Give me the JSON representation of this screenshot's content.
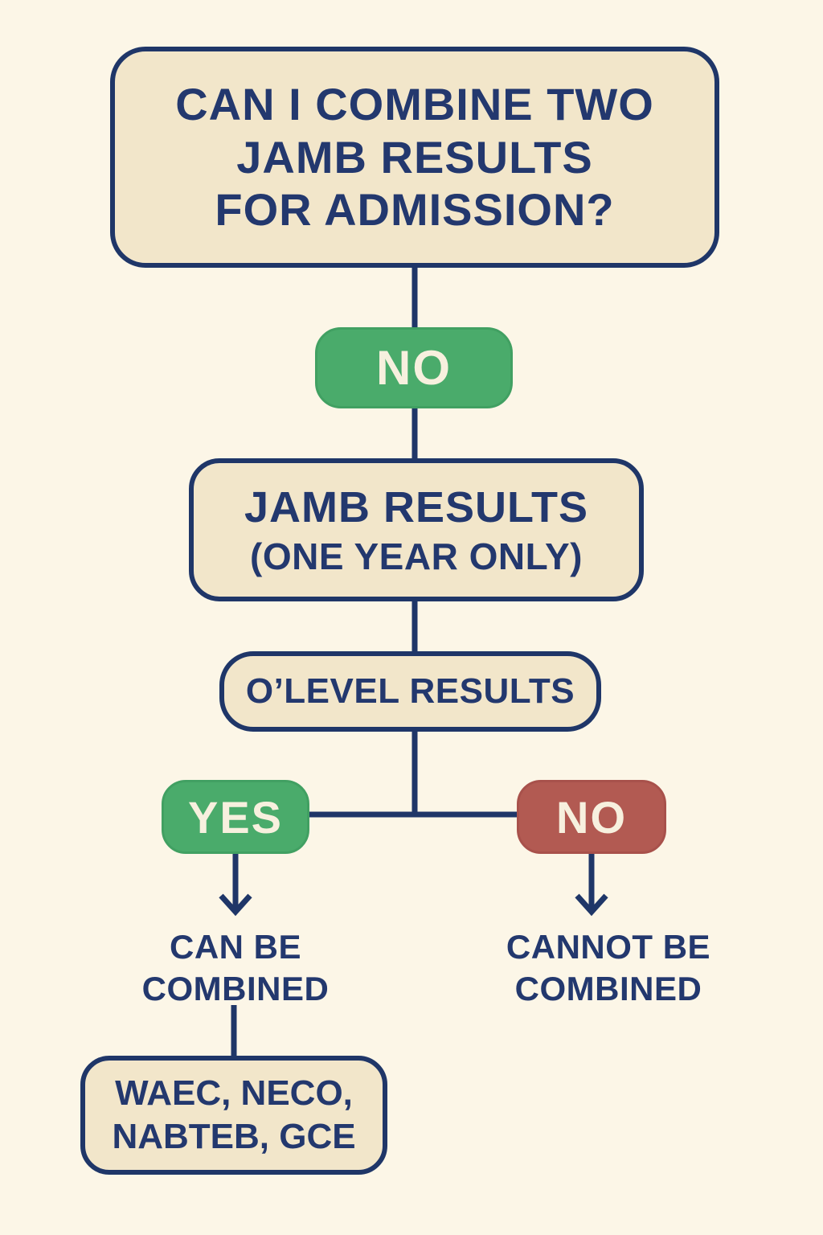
{
  "colors": {
    "background": "#fcf6e7",
    "box_fill": "#f2e6ca",
    "navy": "#23386e",
    "border_navy": "#1f3668",
    "green": "#4aab6b",
    "red": "#b25a52",
    "light_text": "#f7f0de"
  },
  "flowchart": {
    "title": {
      "lines": [
        "CAN I COMBINE TWO",
        "JAMB RESULTS",
        "FOR ADMISSION?"
      ]
    },
    "first_decision": {
      "label": "NO"
    },
    "jamb_box": {
      "line1": "JAMB RESULTS",
      "line2": "(ONE YEAR ONLY)"
    },
    "olevel_box": {
      "label": "O’LEVEL RESULTS"
    },
    "yes_branch": {
      "label": "YES",
      "result_lines": [
        "CAN BE",
        "COMBINED"
      ],
      "exams_lines": [
        "WAEC, NECO,",
        "NABTEB, GCE"
      ]
    },
    "no_branch": {
      "label": "NO",
      "result_lines": [
        "CANNOT BE",
        "COMBINED"
      ]
    }
  }
}
